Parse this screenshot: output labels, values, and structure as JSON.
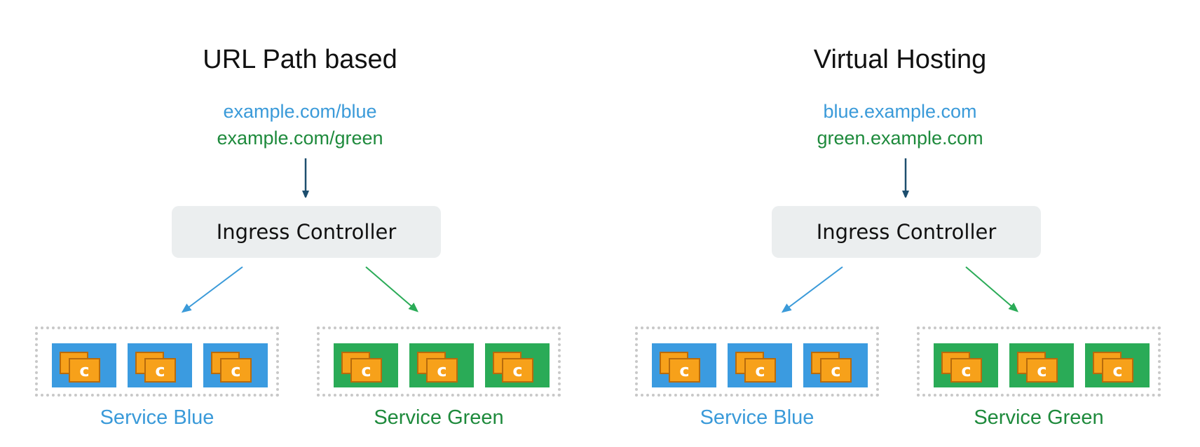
{
  "panels": [
    {
      "title": "URL Path based",
      "url_blue": "example.com/blue",
      "url_green": "example.com/green",
      "controller_label": "Ingress Controller",
      "service_blue_label": "Service Blue",
      "service_green_label": "Service Green",
      "container_letter": "c"
    },
    {
      "title": "Virtual Hosting",
      "url_blue": "blue.example.com",
      "url_green": "green.example.com",
      "controller_label": "Ingress Controller",
      "service_blue_label": "Service Blue",
      "service_green_label": "Service Green",
      "container_letter": "c"
    }
  ],
  "colors": {
    "blue": "#3a9ad9",
    "green": "#1e8a3c",
    "pod_blue": "#3b9be0",
    "pod_green": "#2aab57",
    "container_orange": "#f7a11a",
    "arrow_dark": "#1d4e6e",
    "controller_bg": "#ebeeef"
  },
  "icons": {
    "container": "container-icon",
    "arrow": "arrow-icon"
  }
}
